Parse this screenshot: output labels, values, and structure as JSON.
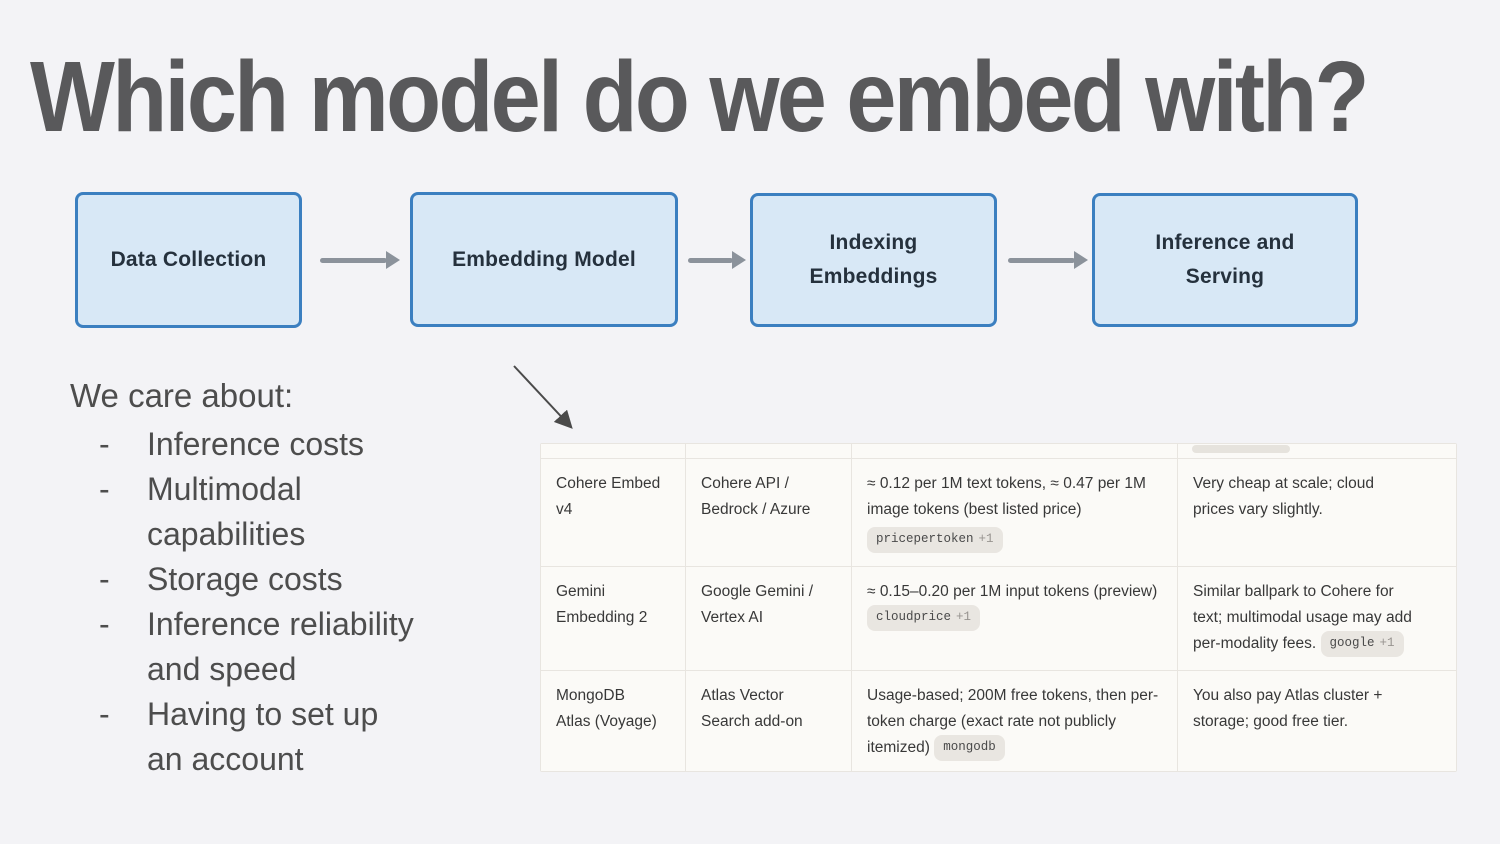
{
  "slide": {
    "title": "Which model do we embed with?"
  },
  "flow": {
    "boxes": [
      {
        "label": "Data Collection"
      },
      {
        "label": "Embedding Model"
      },
      {
        "label": "Indexing\nEmbeddings"
      },
      {
        "label": "Inference and\nServing"
      }
    ]
  },
  "care": {
    "heading": "We care about:",
    "bullet": "-",
    "items": [
      "Inference costs",
      "Multimodal\ncapabilities",
      "Storage costs",
      "Inference reliability\nand speed",
      "Having to set up\nan account"
    ]
  },
  "table": {
    "rows": [
      {
        "model": "Cohere Embed\nv4",
        "provider": "Cohere API /\nBedrock / Azure",
        "pricing": "≈ 0.12 per 1M text tokens, ≈ 0.47 per 1M image tokens (best listed price)",
        "pricing_tag": "pricepertoken",
        "pricing_tag_more": "+1",
        "notes": "Very cheap at scale; cloud prices vary slightly."
      },
      {
        "model": "Gemini\nEmbedding 2",
        "provider": "Google Gemini /\nVertex AI",
        "pricing": "≈ 0.15–0.20 per 1M input tokens (preview)",
        "pricing_tag": "cloudprice",
        "pricing_tag_more": "+1",
        "notes": "Similar ballpark to Cohere for text; multimodal usage may add per-modality fees.",
        "notes_tag": "google",
        "notes_tag_more": "+1"
      },
      {
        "model": "MongoDB\nAtlas (Voyage)",
        "provider": "Atlas Vector\nSearch add-on",
        "pricing": "Usage-based; 200M free tokens, then per-token charge (exact rate not publicly itemized)",
        "pricing_tag": "mongodb",
        "notes": "You also pay Atlas cluster + storage; good free tier."
      }
    ]
  },
  "colors": {
    "slide_background": "#f3f3f6",
    "box_fill": "#d8e8f6",
    "box_border": "#3b7fc0",
    "arrow_gray": "#8b929b",
    "title_text": "#59595b",
    "body_text": "#4d4d4d",
    "table_background": "#fbfaf7",
    "table_border": "#e8e5e0",
    "tag_background": "#e9e6e1"
  }
}
